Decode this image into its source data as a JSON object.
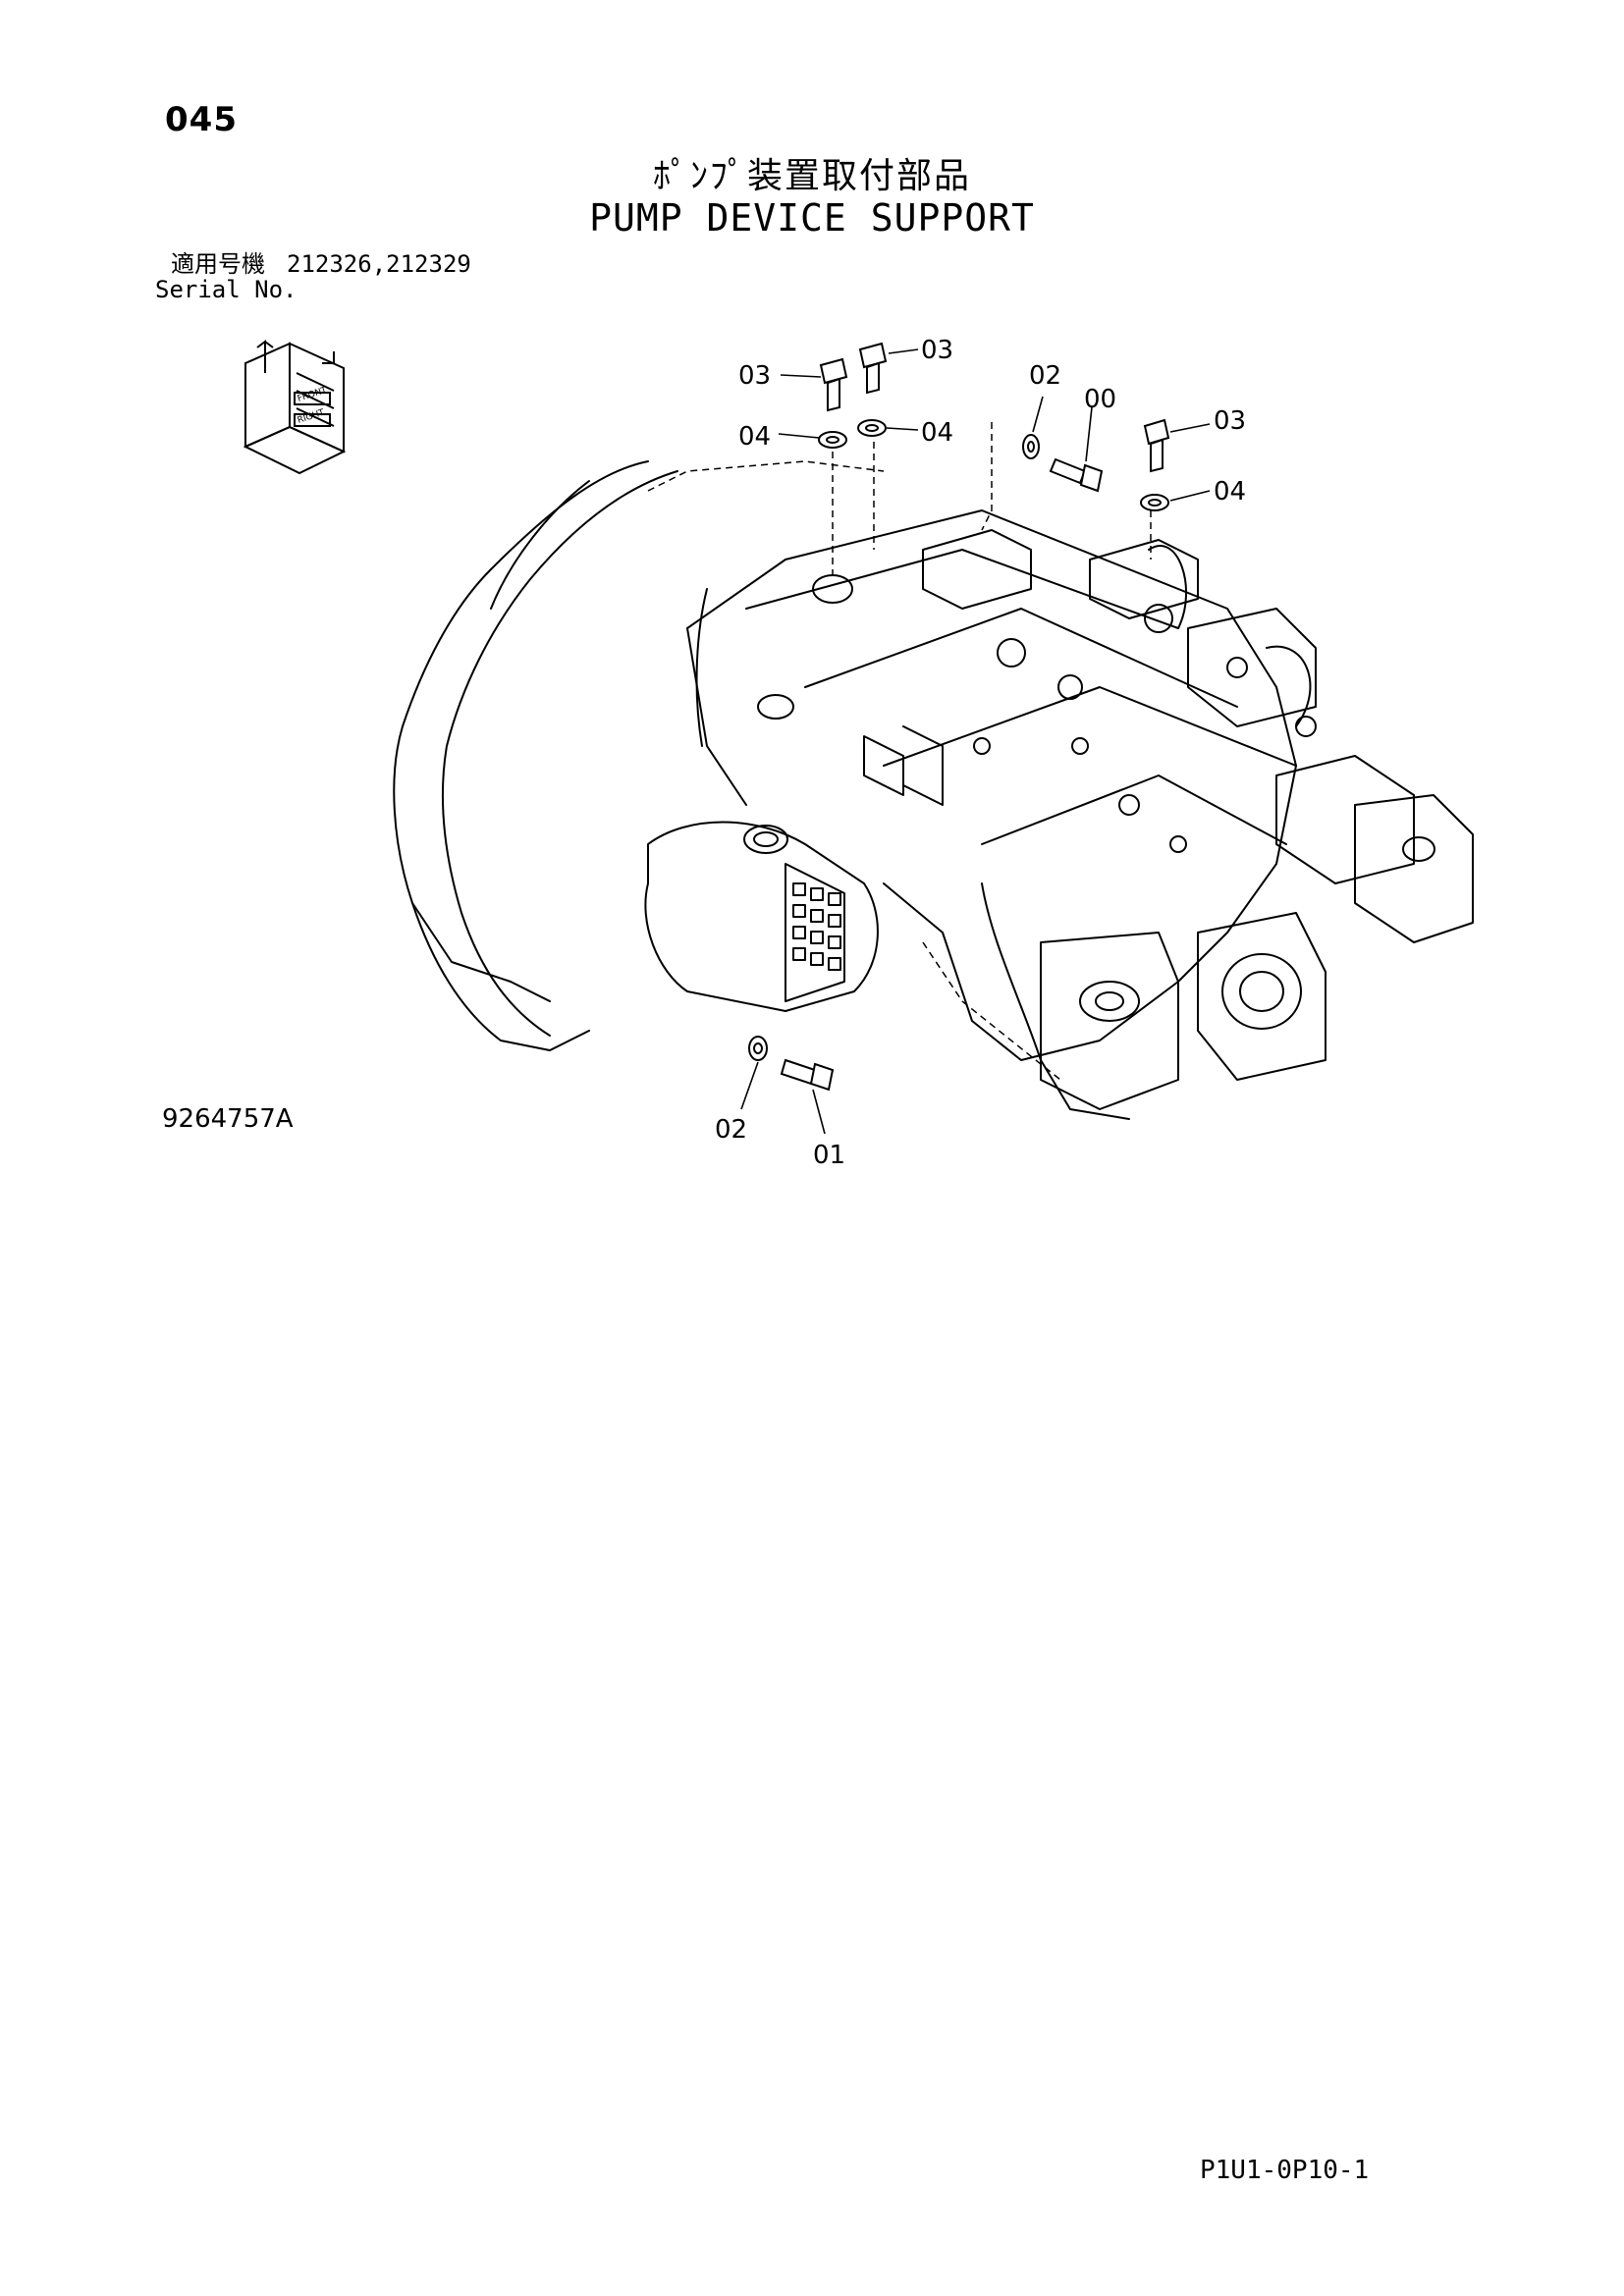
{
  "header": {
    "page_number": "045",
    "title_jp": "ﾎﾟﾝﾌﾟ装置取付部品",
    "title_en": "PUMP DEVICE SUPPORT"
  },
  "serial": {
    "label_jp": "適用号機",
    "numbers": "212326,212329",
    "label_en": "Serial No."
  },
  "callouts": [
    {
      "id": "c-03-a",
      "text": "03"
    },
    {
      "id": "c-03-b",
      "text": "03"
    },
    {
      "id": "c-02-top",
      "text": "02"
    },
    {
      "id": "c-00",
      "text": "00"
    },
    {
      "id": "c-03-c",
      "text": "03"
    },
    {
      "id": "c-04-a",
      "text": "04"
    },
    {
      "id": "c-04-b",
      "text": "04"
    },
    {
      "id": "c-04-c",
      "text": "04"
    },
    {
      "id": "c-02-bottom",
      "text": "02"
    },
    {
      "id": "c-01",
      "text": "01"
    }
  ],
  "footer": {
    "drawing_code": "9264757A",
    "page_code": "P1U1-0P10-1"
  }
}
